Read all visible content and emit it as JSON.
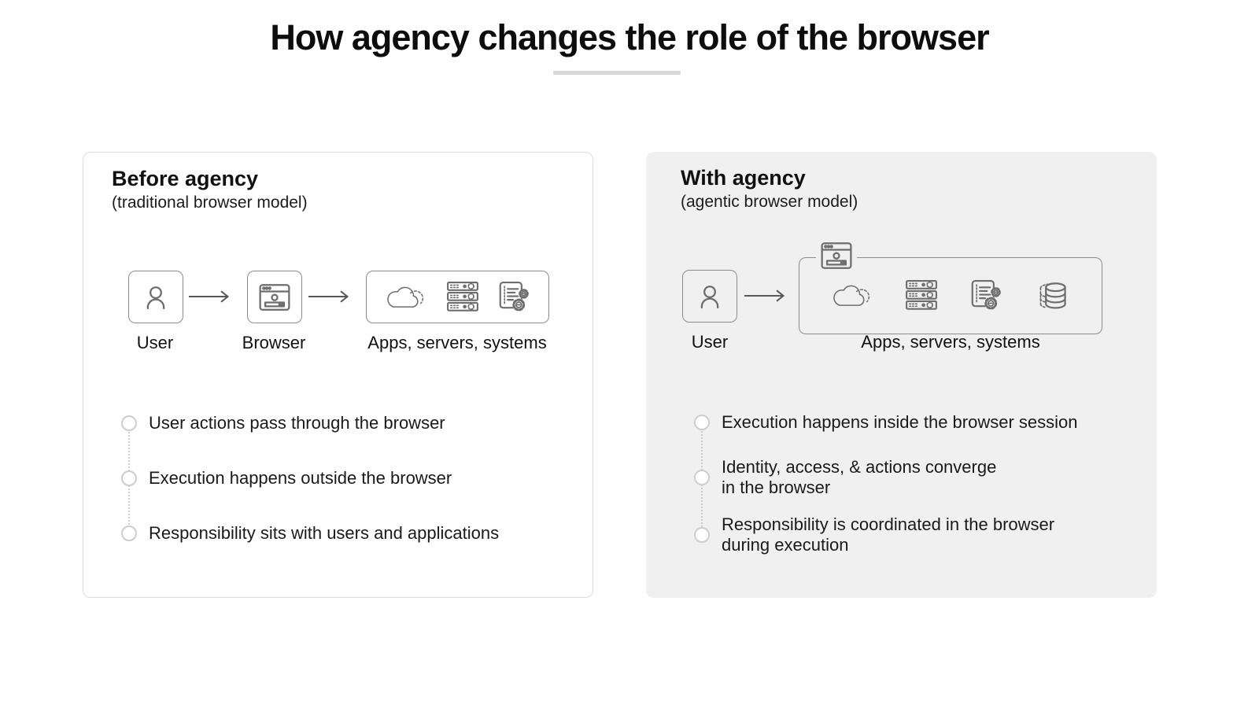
{
  "title": "How agency changes the role of the browser",
  "panels": {
    "before": {
      "heading": "Before agency",
      "subheading": "(traditional browser model)",
      "flow": {
        "user_label": "User",
        "browser_label": "Browser",
        "apps_label": "Apps, servers, systems",
        "icons": [
          "person-icon",
          "browser-window-icon",
          "cloud-icon",
          "server-stack-icon",
          "app-gears-icon"
        ]
      },
      "bullets": [
        "User actions pass through the browser",
        "Execution happens outside the browser",
        "Responsibility sits with users and applications"
      ]
    },
    "with_agency": {
      "heading": "With agency",
      "subheading": "(agentic browser model)",
      "flow": {
        "user_label": "User",
        "apps_label": "Apps, servers, systems",
        "icons": [
          "person-icon",
          "browser-window-icon",
          "cloud-icon",
          "server-stack-icon",
          "app-gears-icon",
          "database-icon"
        ]
      },
      "bullets": [
        "Execution happens inside the browser session",
        "Identity, access, & actions converge\nin the browser",
        "Responsibility is coordinated in the browser\nduring execution"
      ]
    }
  },
  "colors": {
    "panel_before_bg": "#ffffff",
    "panel_before_border": "#dcdcdc",
    "panel_with_bg": "#f0f0f1",
    "icon_stroke": "#6d6d6d",
    "box_border": "#8c8c8c",
    "arrow": "#58585a",
    "bullet_ring": "#cdcdcd",
    "title_rule": "#d9d9d9",
    "text": "#161616"
  }
}
